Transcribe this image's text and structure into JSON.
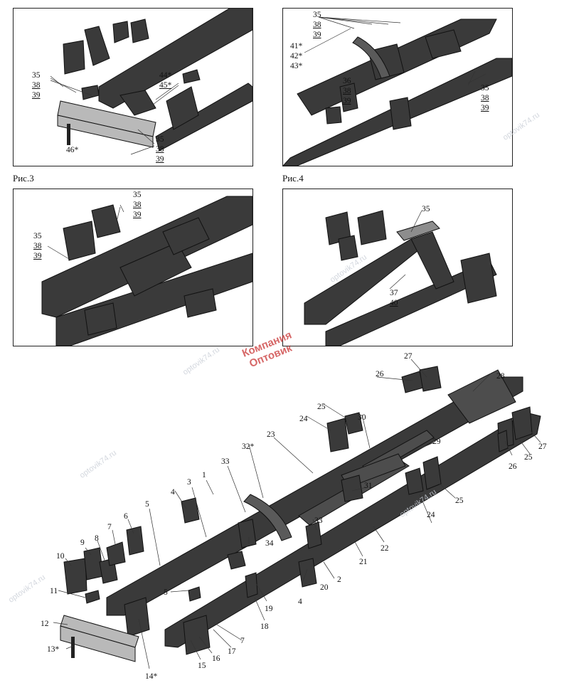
{
  "captions": {
    "fig3": "Рис.3",
    "fig4": "Рис.4"
  },
  "brand": {
    "line1": "Компания",
    "line2": "Оптовик",
    "watermark": "optovik74.ru"
  },
  "panel1": {
    "group_a": [
      "35",
      "38",
      "39"
    ],
    "group_b": [
      "44*",
      "45*"
    ],
    "group_c": [
      "35",
      "38",
      "39"
    ],
    "part_46": "46*"
  },
  "panel2": {
    "group_top": [
      "35",
      "38",
      "39"
    ],
    "group_left": [
      "41*",
      "42*",
      "43*"
    ],
    "group_mid": [
      "36",
      "38",
      "39"
    ],
    "group_right": [
      "35",
      "38",
      "39"
    ]
  },
  "panel3": {
    "group_top": [
      "35",
      "38",
      "39"
    ],
    "group_left": [
      "35",
      "38",
      "39"
    ]
  },
  "panel4": {
    "part_35": "35",
    "group": [
      "37",
      "40"
    ]
  },
  "main_labels": {
    "p1": "1",
    "p2": "2",
    "p3": "3",
    "p4a": "4",
    "p4b": "4",
    "p5a": "5",
    "p5b": "5",
    "p6": "6",
    "p7a": "7",
    "p7b": "7",
    "p8": "8",
    "p9": "9",
    "p10": "10",
    "p11": "11",
    "p12": "12",
    "p13": "13*",
    "p14": "14*",
    "p15": "15",
    "p16": "16",
    "p17": "17",
    "p18": "18",
    "p19": "19",
    "p20": "20",
    "p21": "21",
    "p22": "22",
    "p23": "23",
    "p24a": "24",
    "p24b": "24",
    "p25a": "25",
    "p25b": "25",
    "p25c": "25",
    "p26a": "26",
    "p26b": "26",
    "p27a": "27",
    "p27b": "27",
    "p28": "28",
    "p29": "29",
    "p30": "30",
    "p31": "31",
    "p32": "32*",
    "p33a": "33",
    "p33b": "33",
    "p34": "34"
  }
}
